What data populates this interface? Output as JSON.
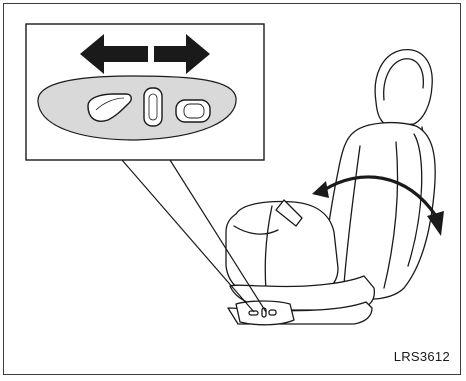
{
  "figure": {
    "code": "LRS3612",
    "icons": [
      "seat-illustration",
      "recline-arrow-icon",
      "slide-arrow-icon",
      "seat-switch-panel"
    ]
  }
}
